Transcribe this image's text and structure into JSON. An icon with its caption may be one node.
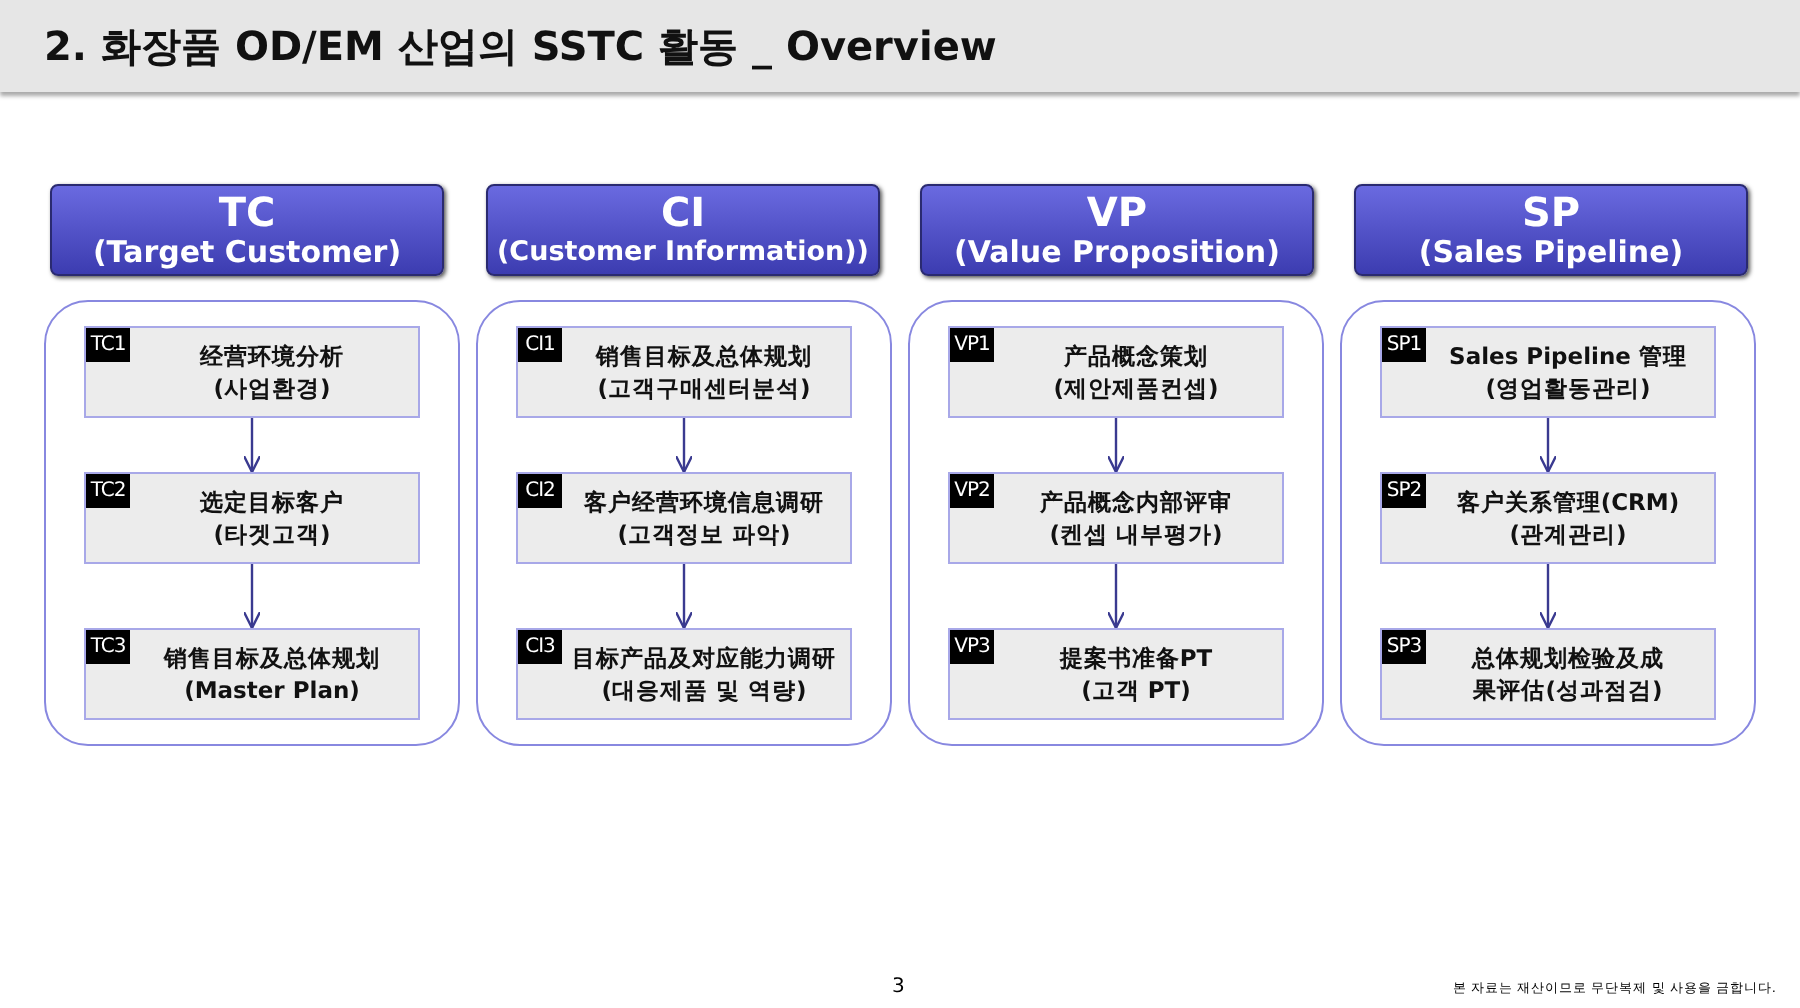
{
  "diagram": {
    "title": "2. 화장품 OD/EM 산업의 SSTC 활동 _ Overview",
    "nodes": [
      {
        "text": [
          "TC",
          "(Target Customer)"
        ]
      },
      {
        "text": [],
        "shape": "box"
      },
      {
        "text": [
          "TC1",
          "经营环境分析 (사업환경)"
        ],
        "in": 1
      },
      {
        "text": [
          "TC2",
          "选定目标客户 (타겟고객)"
        ],
        "in": 1
      },
      {
        "text": [
          "TC3",
          "销售目标及总体规划 (Master Plan)"
        ],
        "in": 1
      },
      {
        "text": [
          "CI",
          "(Customer Information))"
        ]
      },
      {
        "text": [],
        "shape": "box"
      },
      {
        "text": [
          "CI1",
          "销售目标及总体规划 (고객구매센터분석)"
        ],
        "in": 6
      },
      {
        "text": [
          "CI2",
          "客户经营环境信息调研 (고객정보 파악)"
        ],
        "in": 6
      },
      {
        "text": [
          "CI3",
          "目标产品及对应能力调研 (대응제품 및 역량)"
        ],
        "in": 6
      },
      {
        "text": [
          "VP",
          "(Value Proposition)"
        ]
      },
      {
        "text": [],
        "shape": "box"
      },
      {
        "text": [
          "VP1",
          "产品概念策划 (제안제품컨셉)"
        ],
        "in": 11
      },
      {
        "text": [
          "VP2",
          "产品概念内部评审 (켄셉 내부평가)"
        ],
        "in": 11
      },
      {
        "text": [
          "VP3",
          "提案书准备PT (고객 PT)"
        ],
        "in": 11
      },
      {
        "text": [
          "SP",
          "(Sales Pipeline)"
        ]
      },
      {
        "text": [],
        "shape": "box"
      },
      {
        "text": [
          "SP1",
          "Sales Pipeline 管理 (영업활동관리)"
        ],
        "in": 16
      },
      {
        "text": [
          "SP2",
          "客户关系管理(CRM) (관계관리)"
        ],
        "in": 16
      },
      {
        "text": [
          "SP3",
          "总体规划检验及成果评估(성과점검)"
        ],
        "in": 16
      }
    ],
    "edges": [
      {
        "from": 2,
        "to": 3,
        "arrow": "to"
      },
      {
        "from": 3,
        "to": 4,
        "arrow": "to"
      },
      {
        "from": 7,
        "to": 8,
        "arrow": "to"
      },
      {
        "from": 8,
        "to": 9,
        "arrow": "to"
      },
      {
        "from": 12,
        "to": 13,
        "arrow": "to"
      },
      {
        "from": 13,
        "to": 14,
        "arrow": "to"
      },
      {
        "from": 17,
        "to": 18,
        "arrow": "to"
      },
      {
        "from": 18,
        "to": 19,
        "arrow": "to"
      }
    ],
    "labels": [
      "3",
      "본 자료는 재산이므로 무단복제 및 사용을 금합니다."
    ]
  }
}
